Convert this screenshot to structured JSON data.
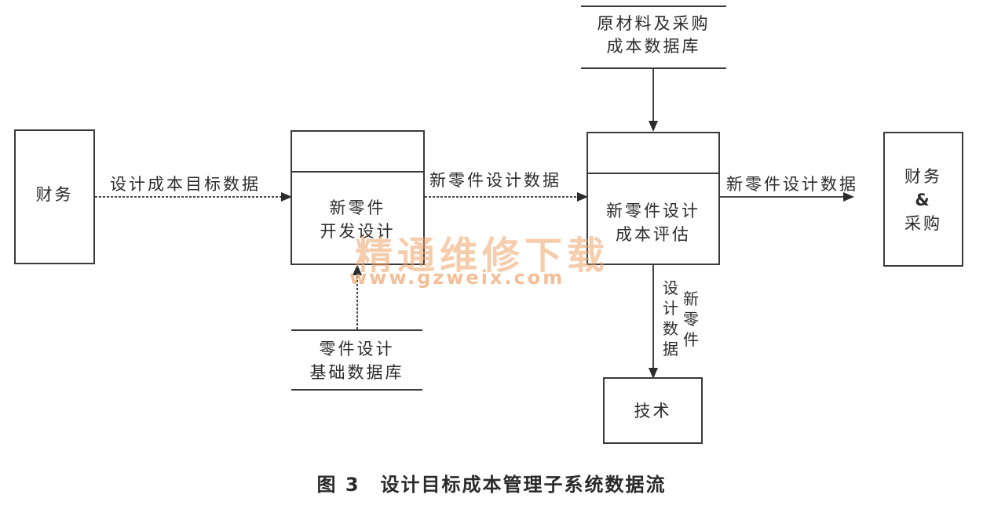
{
  "nodes": {
    "finance": "财务",
    "new_part_dev": [
      "新零件",
      "开发设计"
    ],
    "cost_eval": [
      "新零件设计",
      "成本评估"
    ],
    "finance_purchase": [
      "财务",
      "&",
      "采购"
    ],
    "tech": "技术"
  },
  "stores": {
    "materials_purchase_db": [
      "原材料及采购",
      "成本数据库"
    ],
    "part_design_db": [
      "零件设计",
      "基础数据库"
    ]
  },
  "flows": {
    "target_cost_data": "设计成本目标数据",
    "new_part_design_data_1": "新零件设计数据",
    "new_part_design_data_2": "新零件设计数据",
    "vertical_col1": [
      "新",
      "零",
      "件"
    ],
    "vertical_col2": [
      "设",
      "计",
      "数",
      "据"
    ]
  },
  "watermark": {
    "cn": "精通维修下载",
    "en": "www.gzweix.com"
  },
  "caption": "图 3　设计目标成本管理子系统数据流"
}
